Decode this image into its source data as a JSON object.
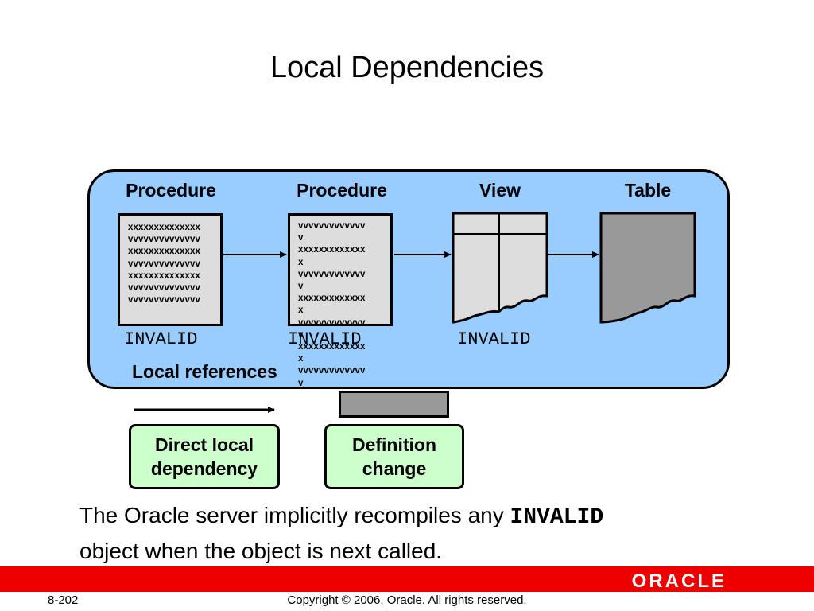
{
  "slide": {
    "title": "Local Dependencies"
  },
  "diagram": {
    "headers": [
      "Procedure",
      "Procedure",
      "View",
      "Table"
    ],
    "proc1_lines": [
      "xxxxxxxxxxxxxx",
      "vvvvvvvvvvvvvv",
      "xxxxxxxxxxxxxx",
      "vvvvvvvvvvvvvv",
      "xxxxxxxxxxxxxx",
      "vvvvvvvvvvvvvv",
      "vvvvvvvvvvvvvv"
    ],
    "proc2_lines": [
      "vvvvvvvvvvvvv",
      "v",
      "xxxxxxxxxxxxx",
      "x",
      "vvvvvvvvvvvvv",
      "v",
      "xxxxxxxxxxxxx",
      "x",
      "vvvvvvvvvvvvv",
      "v",
      "xxxxxxxxxxxxx",
      "x",
      "vvvvvvvvvvvvv",
      "v"
    ],
    "invalid_labels": [
      "INVALID",
      "INVALID",
      "INVALID"
    ],
    "local_references": "Local references"
  },
  "legend": {
    "direct": "Direct local dependency",
    "definition": "Definition change"
  },
  "body": {
    "text_before": "The Oracle server implicitly recompiles any ",
    "keyword": "INVALID",
    "text_after": "object when the object is next called."
  },
  "footer": {
    "page": "8-202",
    "copyright": "Copyright © 2006, Oracle.  All rights reserved.",
    "logo": "ORACLE"
  },
  "colors": {
    "panel": "#99ccff",
    "legend_fill": "#ccffcc",
    "brand_red": "#ee0000",
    "view_fill": "#dddddd",
    "table_fill": "#999999"
  }
}
